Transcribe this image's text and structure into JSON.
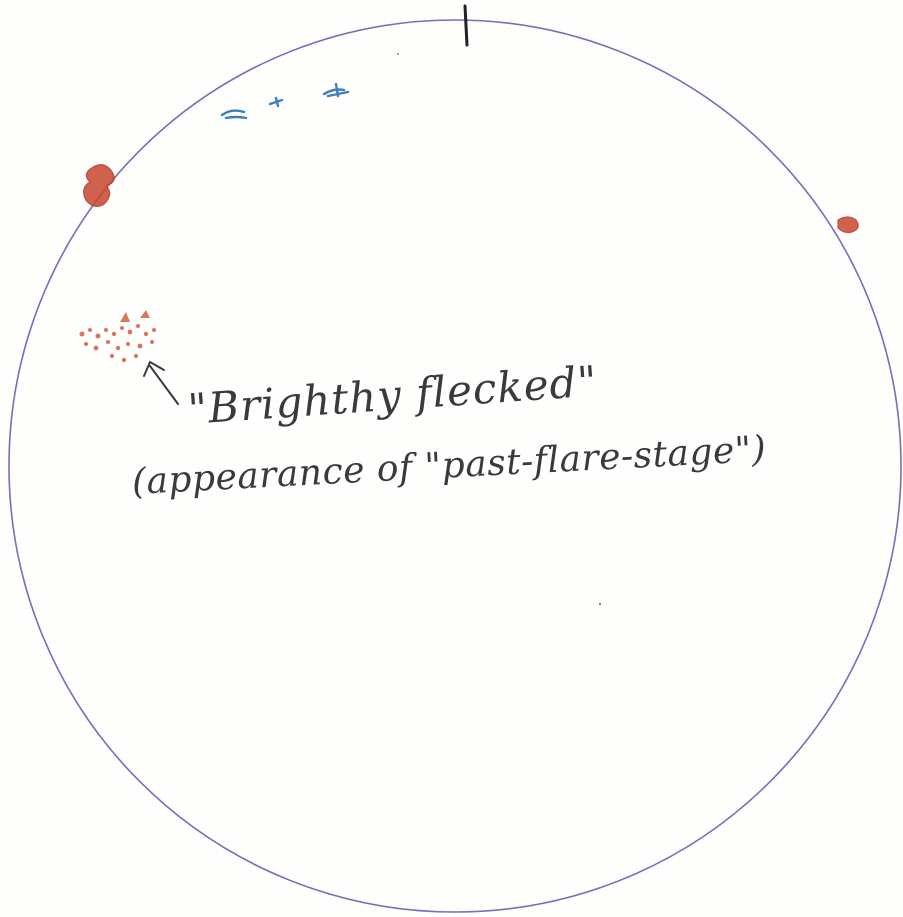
{
  "drawing": {
    "disk_outline_color": "#6a4fb0",
    "pencil_color": "#3a3a3a",
    "flare_color": "#c9472f",
    "filament_color": "#3d7fc0",
    "annotation": {
      "line_1": "\"Brighthy flecked\"",
      "line_2": "(appearance of \"past-flare-stage\")"
    },
    "features": [
      {
        "name": "top-tick-mark",
        "color_key": "pencil_color"
      },
      {
        "name": "blue-filament-marks",
        "color_key": "filament_color"
      },
      {
        "name": "left-limb-red-prominence",
        "color_key": "flare_color"
      },
      {
        "name": "right-limb-red-prominence",
        "color_key": "flare_color"
      },
      {
        "name": "red-plage-cluster",
        "color_key": "flare_color"
      },
      {
        "name": "pointer-arrow",
        "color_key": "pencil_color"
      }
    ]
  }
}
